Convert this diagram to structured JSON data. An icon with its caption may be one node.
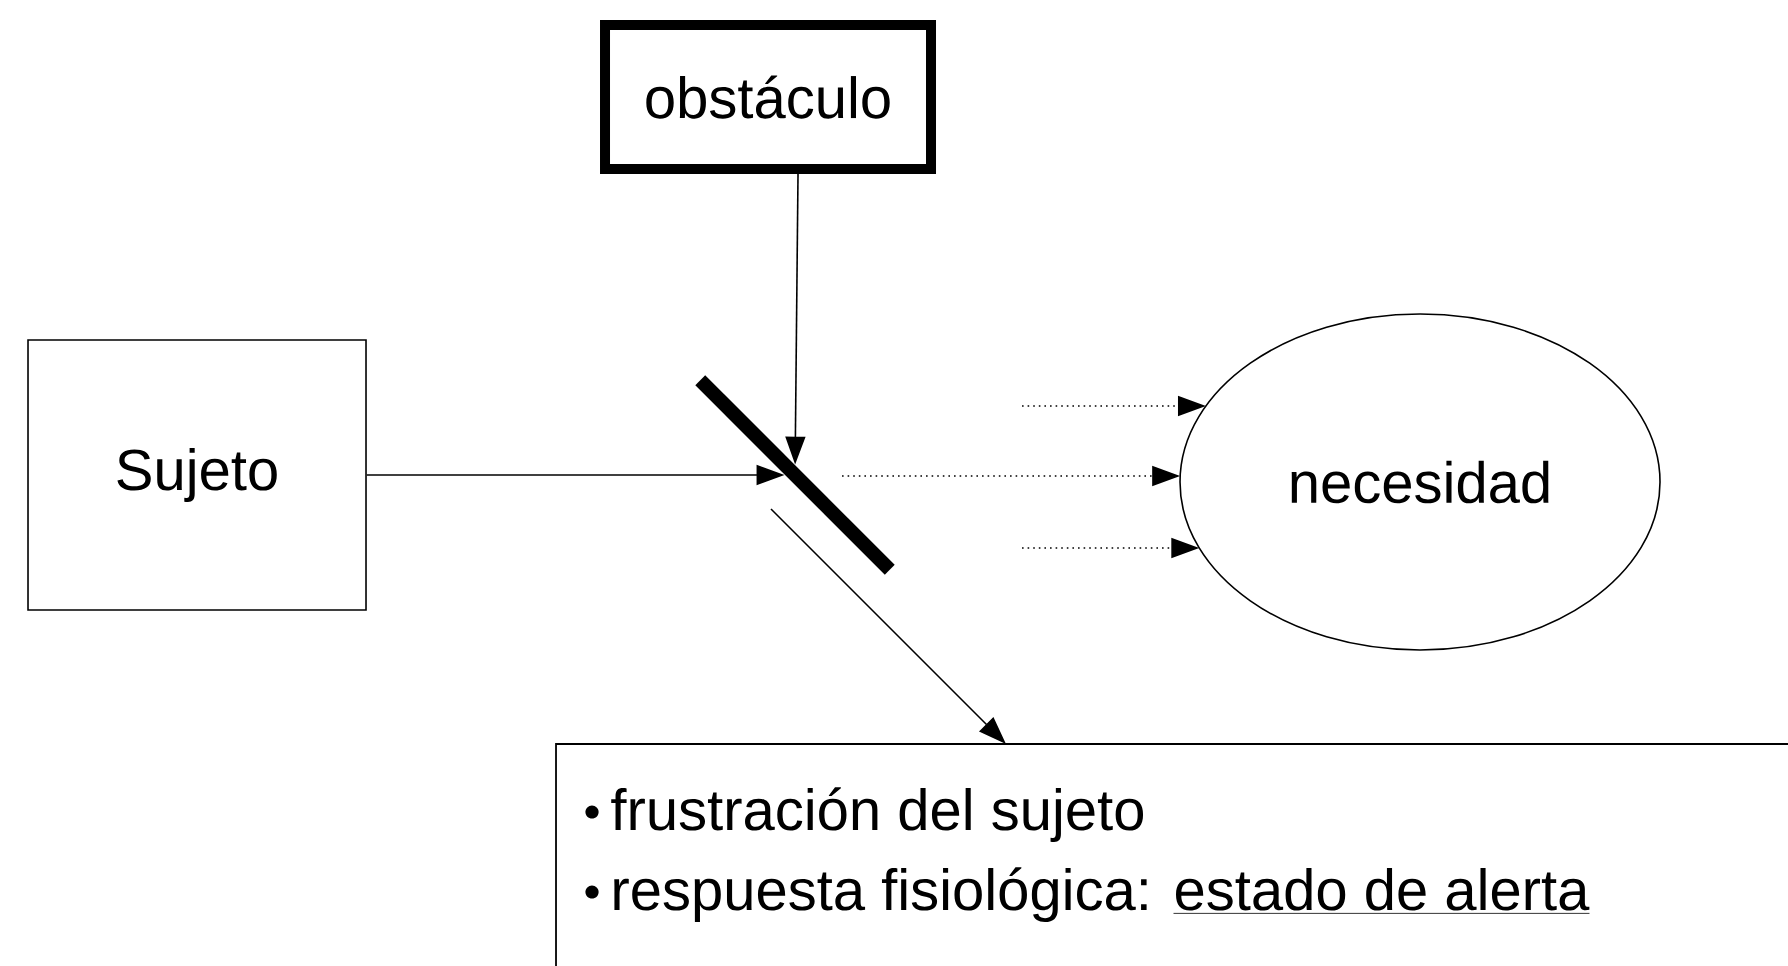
{
  "diagram": {
    "nodes": [
      {
        "text": [
          "obstáculo"
        ]
      },
      {
        "text": [
          "Sujeto"
        ]
      },
      {
        "text": [],
        "shape": "bar"
      },
      {
        "text": [
          "necesidad"
        ]
      },
      {
        "text": [
          "frustración del sujeto",
          "respuesta fisiológica:",
          "estado de alerta"
        ]
      }
    ],
    "edges": [
      {
        "from": 0,
        "to": 2,
        "arrow": "to"
      },
      {
        "from": 1,
        "to": 2,
        "arrow": "to"
      },
      {
        "from": null,
        "to": 3,
        "arrow": "to",
        "style": "dashed"
      },
      {
        "from": null,
        "to": 3,
        "arrow": "to",
        "style": "dashed"
      },
      {
        "from": null,
        "to": 3,
        "arrow": "to",
        "style": "dashed"
      },
      {
        "from": 2,
        "to": 4,
        "arrow": "to"
      }
    ]
  }
}
